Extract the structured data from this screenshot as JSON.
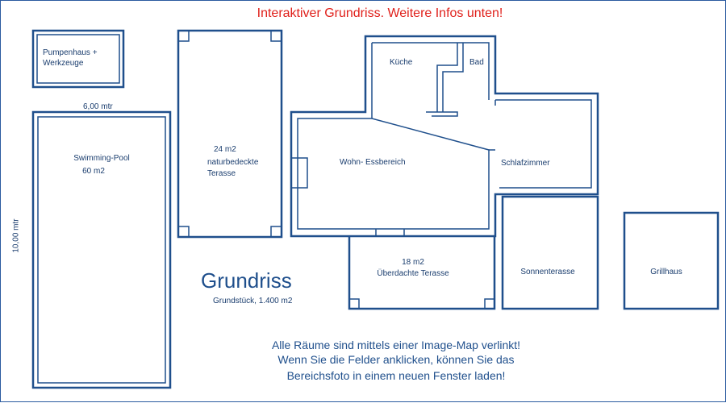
{
  "banner": "Interaktiver Grundriss. Weitere Infos unten!",
  "rooms": {
    "pumpenhaus": [
      "Pumpenhaus +",
      "Werkzeuge"
    ],
    "pool": [
      "Swimming-Pool",
      "60 m2"
    ],
    "terrace_natural": [
      "24 m2",
      "naturbedeckte",
      "Terasse"
    ],
    "kueche": "Küche",
    "bad": "Bad",
    "wohn": "Wohn- Essbereich",
    "schlaf": "Schlafzimmer",
    "covered_terrace": [
      "18 m2",
      "Überdachte Terasse"
    ],
    "sonnen": "Sonnenterasse",
    "grill": "Grillhaus"
  },
  "dimensions": {
    "pool_width": "6,00 mtr",
    "pool_length": "10,00 mtr"
  },
  "title": "Grundriss",
  "subtitle": "Grundstück, 1.400 m2",
  "info": [
    "Alle Räume sind mittels einer Image-Map verlinkt!",
    "Wenn Sie die Felder anklicken, können Sie das",
    "Bereichsfoto in einem neuen Fenster laden!"
  ],
  "colors": {
    "lines": "#1f4f8c",
    "text": "#1a3d6e",
    "banner": "#e0201b"
  }
}
